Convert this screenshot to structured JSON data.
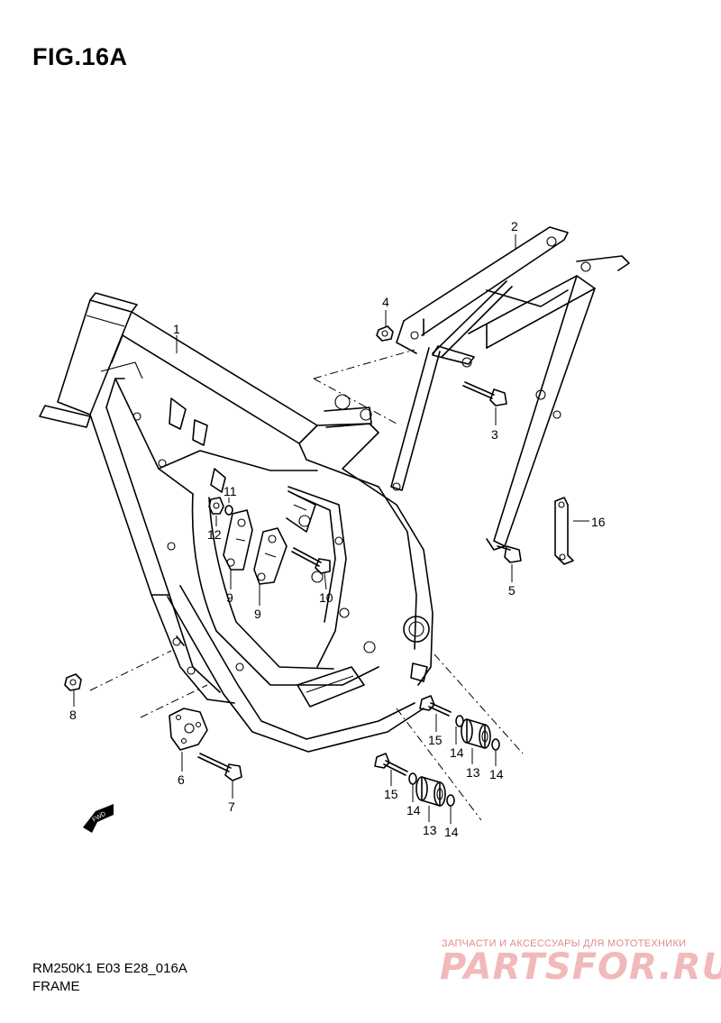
{
  "figure": {
    "title": "FIG.16A"
  },
  "footer": {
    "code": "RM250K1 E03 E28_016A",
    "name": "FRAME"
  },
  "fwd_label": "FWD",
  "watermark": {
    "tagline": "ЗАПЧАСТИ И АКСЕССУАРЫ ДЛЯ МОТОТЕХНИКИ",
    "logo": "PARTSFOR.RU"
  },
  "callouts": {
    "c1": "1",
    "c2": "2",
    "c3": "3",
    "c4": "4",
    "c5": "5",
    "c6": "6",
    "c7": "7",
    "c8": "8",
    "c9a": "9",
    "c9b": "9",
    "c10": "10",
    "c11": "11",
    "c12": "12",
    "c13a": "13",
    "c13b": "13",
    "c14a": "14",
    "c14b": "14",
    "c14c": "14",
    "c14d": "14",
    "c15a": "15",
    "c15b": "15",
    "c16": "16"
  }
}
